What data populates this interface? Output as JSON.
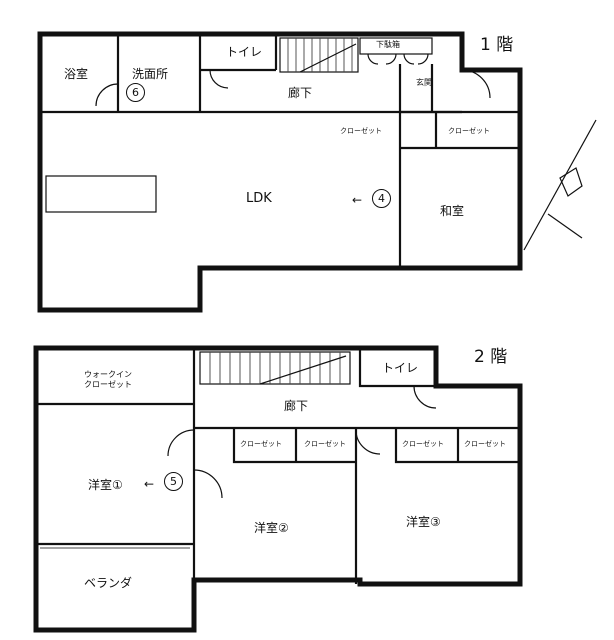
{
  "floor1": {
    "floor_label": "1 階",
    "rooms": {
      "bath": "浴室",
      "washroom": "洗面所",
      "toilet": "トイレ",
      "shoe_storage": "下駄箱",
      "entrance": "玄関",
      "hallway": "廊下",
      "closet_hall": "クローゼット",
      "closet_washitsu": "クローゼット",
      "ldk": "LDK",
      "washitsu": "和室"
    },
    "markers": {
      "washroom": "6",
      "ldk": "4"
    }
  },
  "floor2": {
    "floor_label": "2 階",
    "rooms": {
      "walkin_closet_line1": "ウォークイン",
      "walkin_closet_line2": "クローゼット",
      "toilet": "トイレ",
      "hallway": "廊下",
      "closet_a": "クローゼット",
      "closet_b": "クローゼット",
      "closet_c": "クローゼット",
      "closet_d": "クローゼット",
      "western1": "洋室①",
      "western2": "洋室②",
      "western3": "洋室③",
      "veranda": "ベランダ"
    },
    "markers": {
      "western1": "5"
    }
  },
  "icons": [
    "north-arrow-icon",
    "door-swing-icon",
    "stairs-icon",
    "camera-direction-arrow-icon"
  ]
}
